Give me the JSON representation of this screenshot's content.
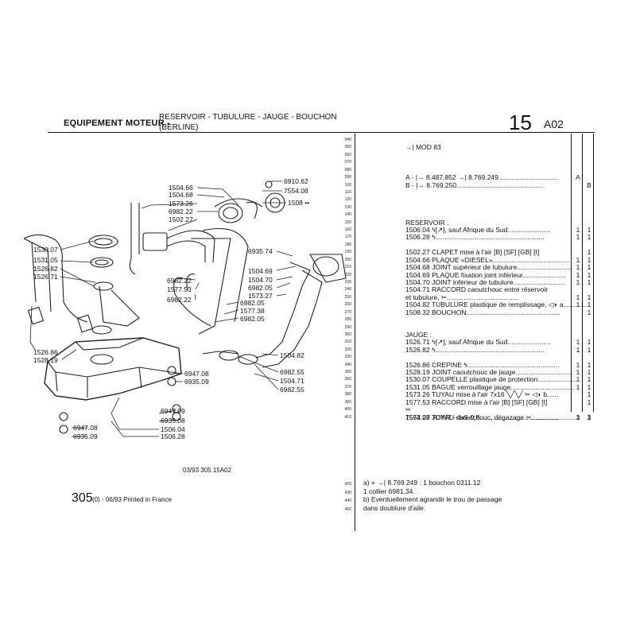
{
  "header": {
    "section": "EQUIPEMENT MOTEUR -",
    "subtitle_line1": "RESERVOIR - TUBULURE - JAUGE - BOUCHON",
    "subtitle_line2": "(BERLINE)",
    "group_number": "15",
    "group_code": "A02"
  },
  "row_numbers": [
    "040",
    "050",
    "060",
    "070",
    "080",
    "090",
    "100",
    "110",
    "120",
    "130",
    "140",
    "150",
    "160",
    "170",
    "180",
    "190",
    "200",
    "210",
    "220",
    "230",
    "240",
    "250",
    "260",
    "270",
    "280",
    "290",
    "300",
    "310",
    "320",
    "330",
    "340",
    "350",
    "360",
    "370",
    "380",
    "390",
    "400",
    "410"
  ],
  "parts": [
    {
      "text": "→| MOD 83",
      "q1": "",
      "q2": ""
    },
    {
      "text": "A - |→ 8.487.852 →| 8.769.249................................",
      "q1": "A",
      "q2": ""
    },
    {
      "text": "B - |→ 8.769.250..............................................",
      "q1": "",
      "q2": "B"
    },
    {
      "text": "RESERVOIR :",
      "q1": "",
      "q2": ""
    },
    {
      "text": "1506.04  ϟ[↗], sauf Afrique du Sud.......................",
      "q1": "1",
      "q2": "1"
    },
    {
      "text": "1506.28  ϟ..........................................................",
      "q1": "1",
      "q2": "1"
    },
    {
      "text": "1502.27  CLAPET mise à l'air [B] [SF] [GB] [I]",
      "q1": "",
      "q2": "1"
    },
    {
      "text": "1504.66  PLAQUE «DIESEL».........................................",
      "q1": "1",
      "q2": "1"
    },
    {
      "text": "1504.68  JOINT supérieur de tubulure.............................",
      "q1": "1",
      "q2": "1"
    },
    {
      "text": "1504.69  PLAQUE fixation joint inférieur.......................",
      "q1": "1",
      "q2": "1"
    },
    {
      "text": "1504.70  JOINT inférieur de tubulure............................",
      "q1": "1",
      "q2": "1"
    },
    {
      "text": "1504.71  RACCORD caoutchouc entre réservoir",
      "q1": "",
      "q2": ""
    },
    {
      "text": "              et tubulure, ✂......................................",
      "q1": "1",
      "q2": "1"
    },
    {
      "text": "1504.82  TUBULURE plastique de remplissage, ◁◗ a..............",
      "q1": "1",
      "q2": "1"
    },
    {
      "text": "1508.32  BOUCHON..................................................",
      "q1": "",
      "q2": "1"
    },
    {
      "text": "JAUGE :",
      "q1": "",
      "q2": ""
    },
    {
      "text": "1526.71  ϟ[↗], sauf Afrique du Sud.......................",
      "q1": "1",
      "q2": "1"
    },
    {
      "text": "1526.82  ϟ..........................................................",
      "q1": "1",
      "q2": "1"
    },
    {
      "text": "1526.86  CREPINE ϟ.................................................",
      "q1": "1",
      "q2": "1"
    },
    {
      "text": "1528.19  JOINT caoutchouc de jauge..............................",
      "q1": "1",
      "q2": "1"
    },
    {
      "text": "1530.07  COUPELLE plastique de protection.....................",
      "q1": "1",
      "q2": "1"
    },
    {
      "text": "1531.05  BAGUE verrouillage jauge..................................",
      "q1": "1",
      "q2": "1"
    },
    {
      "text": "1573.26  TUYAU mise à l'air 7x16 ╲╱╲╱ ✂ ◁◗ b......",
      "q1": "",
      "q2": "1"
    },
    {
      "text": "1577.53  RACCORD mise à l'air [B] [SF] [GB] [I]",
      "q1": "",
      "q2": "1"
    },
    {
      "text": "              ✂",
      "q1": "",
      "q2": ""
    },
    {
      "text": "1573.27  TUYAU caoutchouc, dégazage ✂........................",
      "q1": "1",
      "q2": "1"
    },
    {
      "text": "7554.08  JOINT - 4x9-0,8..........................................",
      "q1": "3",
      "q2": "3"
    }
  ],
  "callouts": {
    "c6910": "6910.62",
    "c7554": "7554.08",
    "c1508": "1508 ••",
    "c1504_66": "1504.66",
    "c1504_68": "1504.68",
    "c1573_26": "1573.26",
    "c6982_22a": "6982.22",
    "c1502_27": "1502.27",
    "c1530": "1530.07",
    "c1531": "1531.05",
    "c1526_82": "1526.82",
    "c1526_71": "1526.71",
    "c6935_74": "6935.74",
    "c1504_69": "1504.69",
    "c1504_70": "1504.70",
    "c6982_05a": "6982.05",
    "c1573_27": "1573.27",
    "c6982_22b": "6982.22",
    "c1577": "1577.53",
    "c6982_22c": "6982.22",
    "c6982_05b": "6982.05",
    "c1577_38": "1577.38",
    "c6982_05c": "6982.05",
    "c1504_82": "1504.82",
    "c6982_55a": "6982.55",
    "c1504_71": "1504.71",
    "c6982_55b": "6982.55",
    "c1526_86": "1526.86",
    "c1528": "1528.19",
    "c6947_08a": "6947.08",
    "c6935_09a": "6935.09",
    "c6947_09": "6947.09",
    "c6935_08": "6935.08",
    "c1506_04": "1506.04",
    "c1506_28": "1506.28",
    "c6947_08b": "6947.08",
    "c6935_09b": "6935.09"
  },
  "footer": {
    "code": "03/93  305  15A02",
    "model": "305",
    "print": "(0) - 06/93 Printed in France"
  },
  "notes_row_numbers": [
    "420",
    "430",
    "440",
    "450"
  ],
  "notes": [
    "a)  +  →| 8.769.249 : 1 bouchon 0311.12",
    "       1 collier 6981.34.",
    "b) Eventuellement agrandir le trou de passage",
    "     dans doublure d'aile."
  ]
}
